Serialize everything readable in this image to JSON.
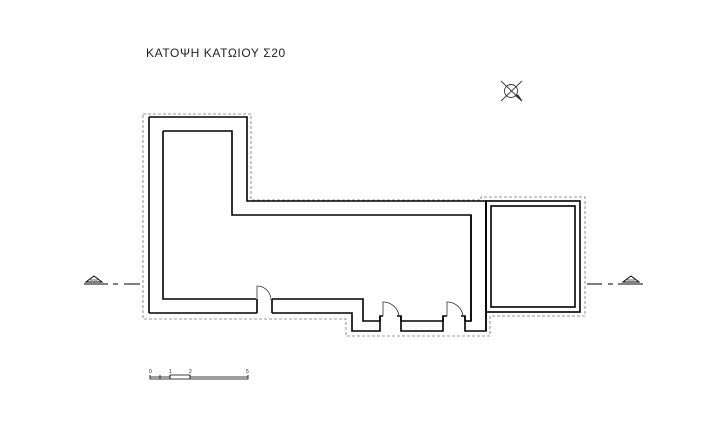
{
  "title": "ΚΑΤΟΨΗ ΚΑΤΩΙΟΥ  Σ20",
  "scale_bar": {
    "ticks": [
      "0",
      "1",
      "2",
      "5"
    ]
  },
  "icons": {
    "north": "north-arrow-icon",
    "section": "section-marker-icon"
  }
}
